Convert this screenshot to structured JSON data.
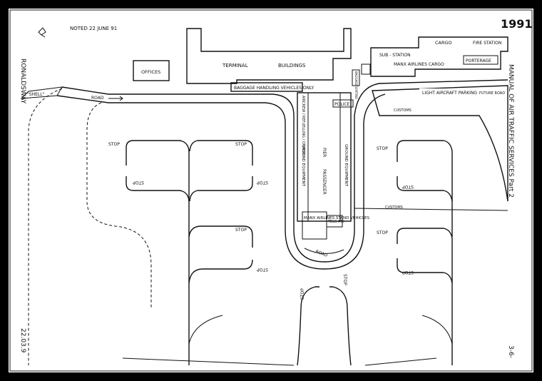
{
  "header": {
    "year": "1991",
    "handwritten_note": "NOTED 22 JUNE 91"
  },
  "side_text": {
    "left_top": "RONALDSWAY",
    "left_bottom": "22.03.9",
    "right_top": "MANUAL OF AIR TRAFFIC SERVICES Part 2",
    "right_bottom": "3-6-"
  },
  "buildings": {
    "terminal": "TERMINAL",
    "buildings": "BUILDINGS",
    "offices": "OFFICES",
    "sub_station": "SUB - STATION",
    "cargo": "CARGO",
    "fire_station": "FIRE STATION",
    "manx_cargo": "MANX AIRLINES CARGO",
    "porterage": "PORTERAGE",
    "baggage_handling": "BAGGAGE HANDLING VEHICLES ONLY",
    "shell": "\"SHELL\"",
    "police": "POLICE",
    "ramp_refuelling": "AIRCREW / REFUELLING / OTHERS",
    "baggage_sorting": "BAGGAGE SORTING",
    "light_aircraft_parking": "LIGHT AIRCRAFT PARKING",
    "future_road": "FUTURE ROAD",
    "manx_stand_vehicles": "MANX AIRLINES STAND VEHICLES",
    "tels_atc": "TELS ATC"
  },
  "pier": {
    "passenger": "PASSENGER",
    "pier": "PIER",
    "ground_equipment_left": "GROUND EQUIPMENT",
    "ground_equipment_right": "GROUND EQUIPMENT"
  },
  "roads": {
    "road_left": "ROAD",
    "road_bottom": "ROAD",
    "customs_top": "CUSTOMS",
    "customs_mid": "CUSTOMS"
  },
  "stop_label": "STOP"
}
